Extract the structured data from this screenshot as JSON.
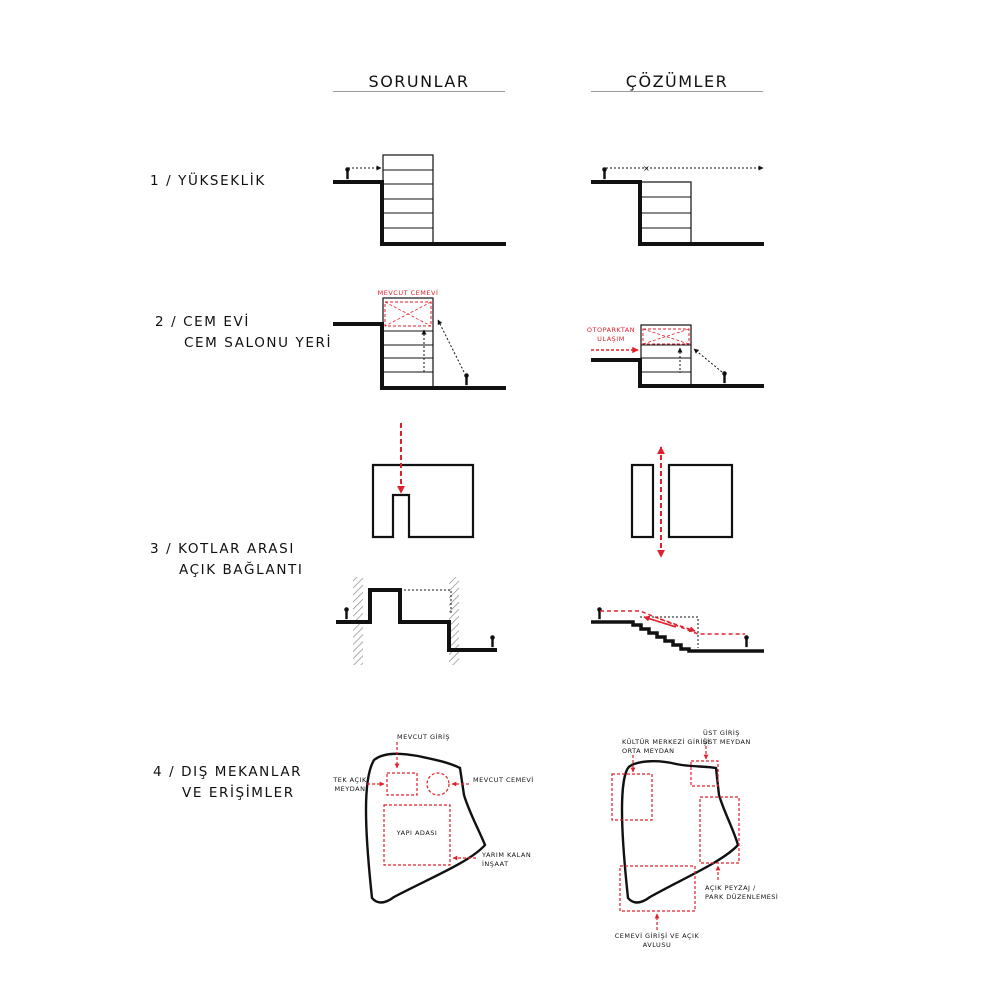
{
  "headers": {
    "problems": "SORUNLAR",
    "solutions": "ÇÖZÜMLER"
  },
  "rows": [
    {
      "label_line1": "1 / YÜKSEKLİK",
      "label_line2": ""
    },
    {
      "label_line1": "2 / CEM EVİ",
      "label_line2": "CEM SALONU YERİ"
    },
    {
      "label_line1": "3 / KOTLAR ARASI",
      "label_line2": "AÇIK BAĞLANTI"
    },
    {
      "label_line1": "4 / DIŞ MEKANLAR",
      "label_line2": "VE ERİŞİMLER"
    }
  ],
  "annotations": {
    "mevcut_cemevi": "MEVCUT CEMEVİ",
    "otoparktan_line1": "OTOPARKTAN",
    "otoparktan_line2": "ULAŞIM",
    "mevcut_giris": "MEVCUT GİRİŞ",
    "tek_acik_line1": "TEK AÇIK",
    "tek_acik_line2": "MEYDAN",
    "mevcut_cemevi_2": "MEVCUT CEMEVİ",
    "yapi_adasi": "YAPI ADASI",
    "yarim_kalan_line1": "YARIM KALAN",
    "yarim_kalan_line2": "İNŞAAT",
    "kultur_line1": "KÜLTÜR MERKEZİ GİRİŞİ",
    "kultur_line2": "ORTA MEYDAN",
    "ust_giris_line1": "ÜST GİRİŞ",
    "ust_giris_line2": "ÜST MEYDAN",
    "acik_peyzaj_line1": "AÇIK PEYZAJ /",
    "acik_peyzaj_line2": "PARK DÜZENLEMESİ",
    "cemevi_girisi_line1": "CEMEVİ GİRİŞİ VE AÇIK",
    "cemevi_girisi_line2": "AVLUSU"
  },
  "colors": {
    "ink": "#111111",
    "accent": "#e0202a",
    "rule": "#9a9a9a",
    "hatch": "#8a8a8a"
  }
}
